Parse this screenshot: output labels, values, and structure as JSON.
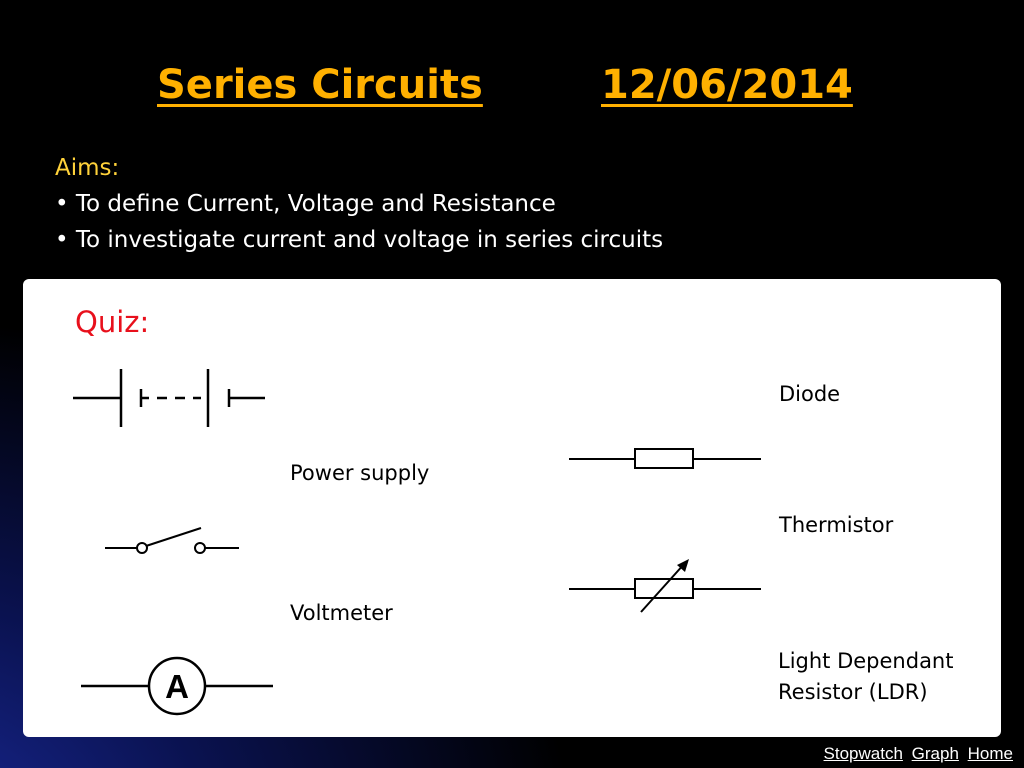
{
  "header": {
    "title": "Series Circuits",
    "date": "12/06/2014"
  },
  "aims": {
    "heading": "Aims:",
    "items": [
      "To define Current, Voltage and Resistance",
      "To investigate current and voltage in series circuits"
    ]
  },
  "quiz": {
    "heading": "Quiz:",
    "labels": {
      "power_supply": "Power supply",
      "voltmeter": "Voltmeter",
      "diode": "Diode",
      "thermistor": "Thermistor",
      "ldr_line1": "Light Dependant",
      "ldr_line2": "Resistor (LDR)"
    },
    "ammeter_letter": "A"
  },
  "nav": {
    "stopwatch": "Stopwatch",
    "graph": "Graph",
    "home": "Home"
  },
  "colors": {
    "title": "#ffb000",
    "aims_heading": "#ffd23a",
    "quiz_heading": "#e8101c"
  }
}
